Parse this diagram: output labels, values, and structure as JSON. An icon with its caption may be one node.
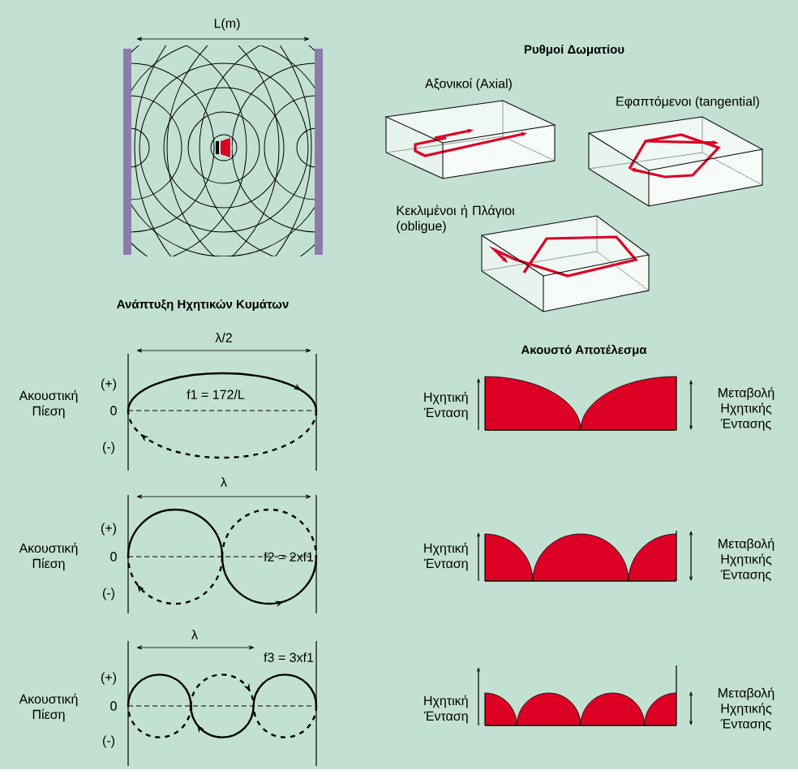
{
  "diagram": {
    "labels": [
      "L(m)",
      "Ρυθμοί Δωματίου",
      "Αξονικοί (Axial)",
      "Εφαπτόμενοι (tangential)",
      "Κεκλιμένοι ή Πλάγιοι (obligue)",
      "Ανάπτυξη Ηχητικών Κυμάτων",
      "Ακουστό Αποτέλεσμα",
      "λ/2",
      "(+)",
      "Ακουστική Πίεση",
      "0",
      "f1 = 172/L",
      "(-)",
      "Ηχητική Ένταση",
      "Μεταβολή Ηχητικής Έντασης",
      "λ",
      "(+)",
      "Ακουστική Πίεση",
      "0",
      "f2 = 2xf1",
      "(-)",
      "Ηχητική Ένταση",
      "Μεταβολή Ηχητικής Έντασης",
      "λ",
      "(+)",
      "Ακουστική Πίεση",
      "0",
      "f3 = 3xf1",
      "(-)",
      "Ηχητική Ένταση",
      "Μεταβολή Ηχητικής Έντασης"
    ]
  }
}
